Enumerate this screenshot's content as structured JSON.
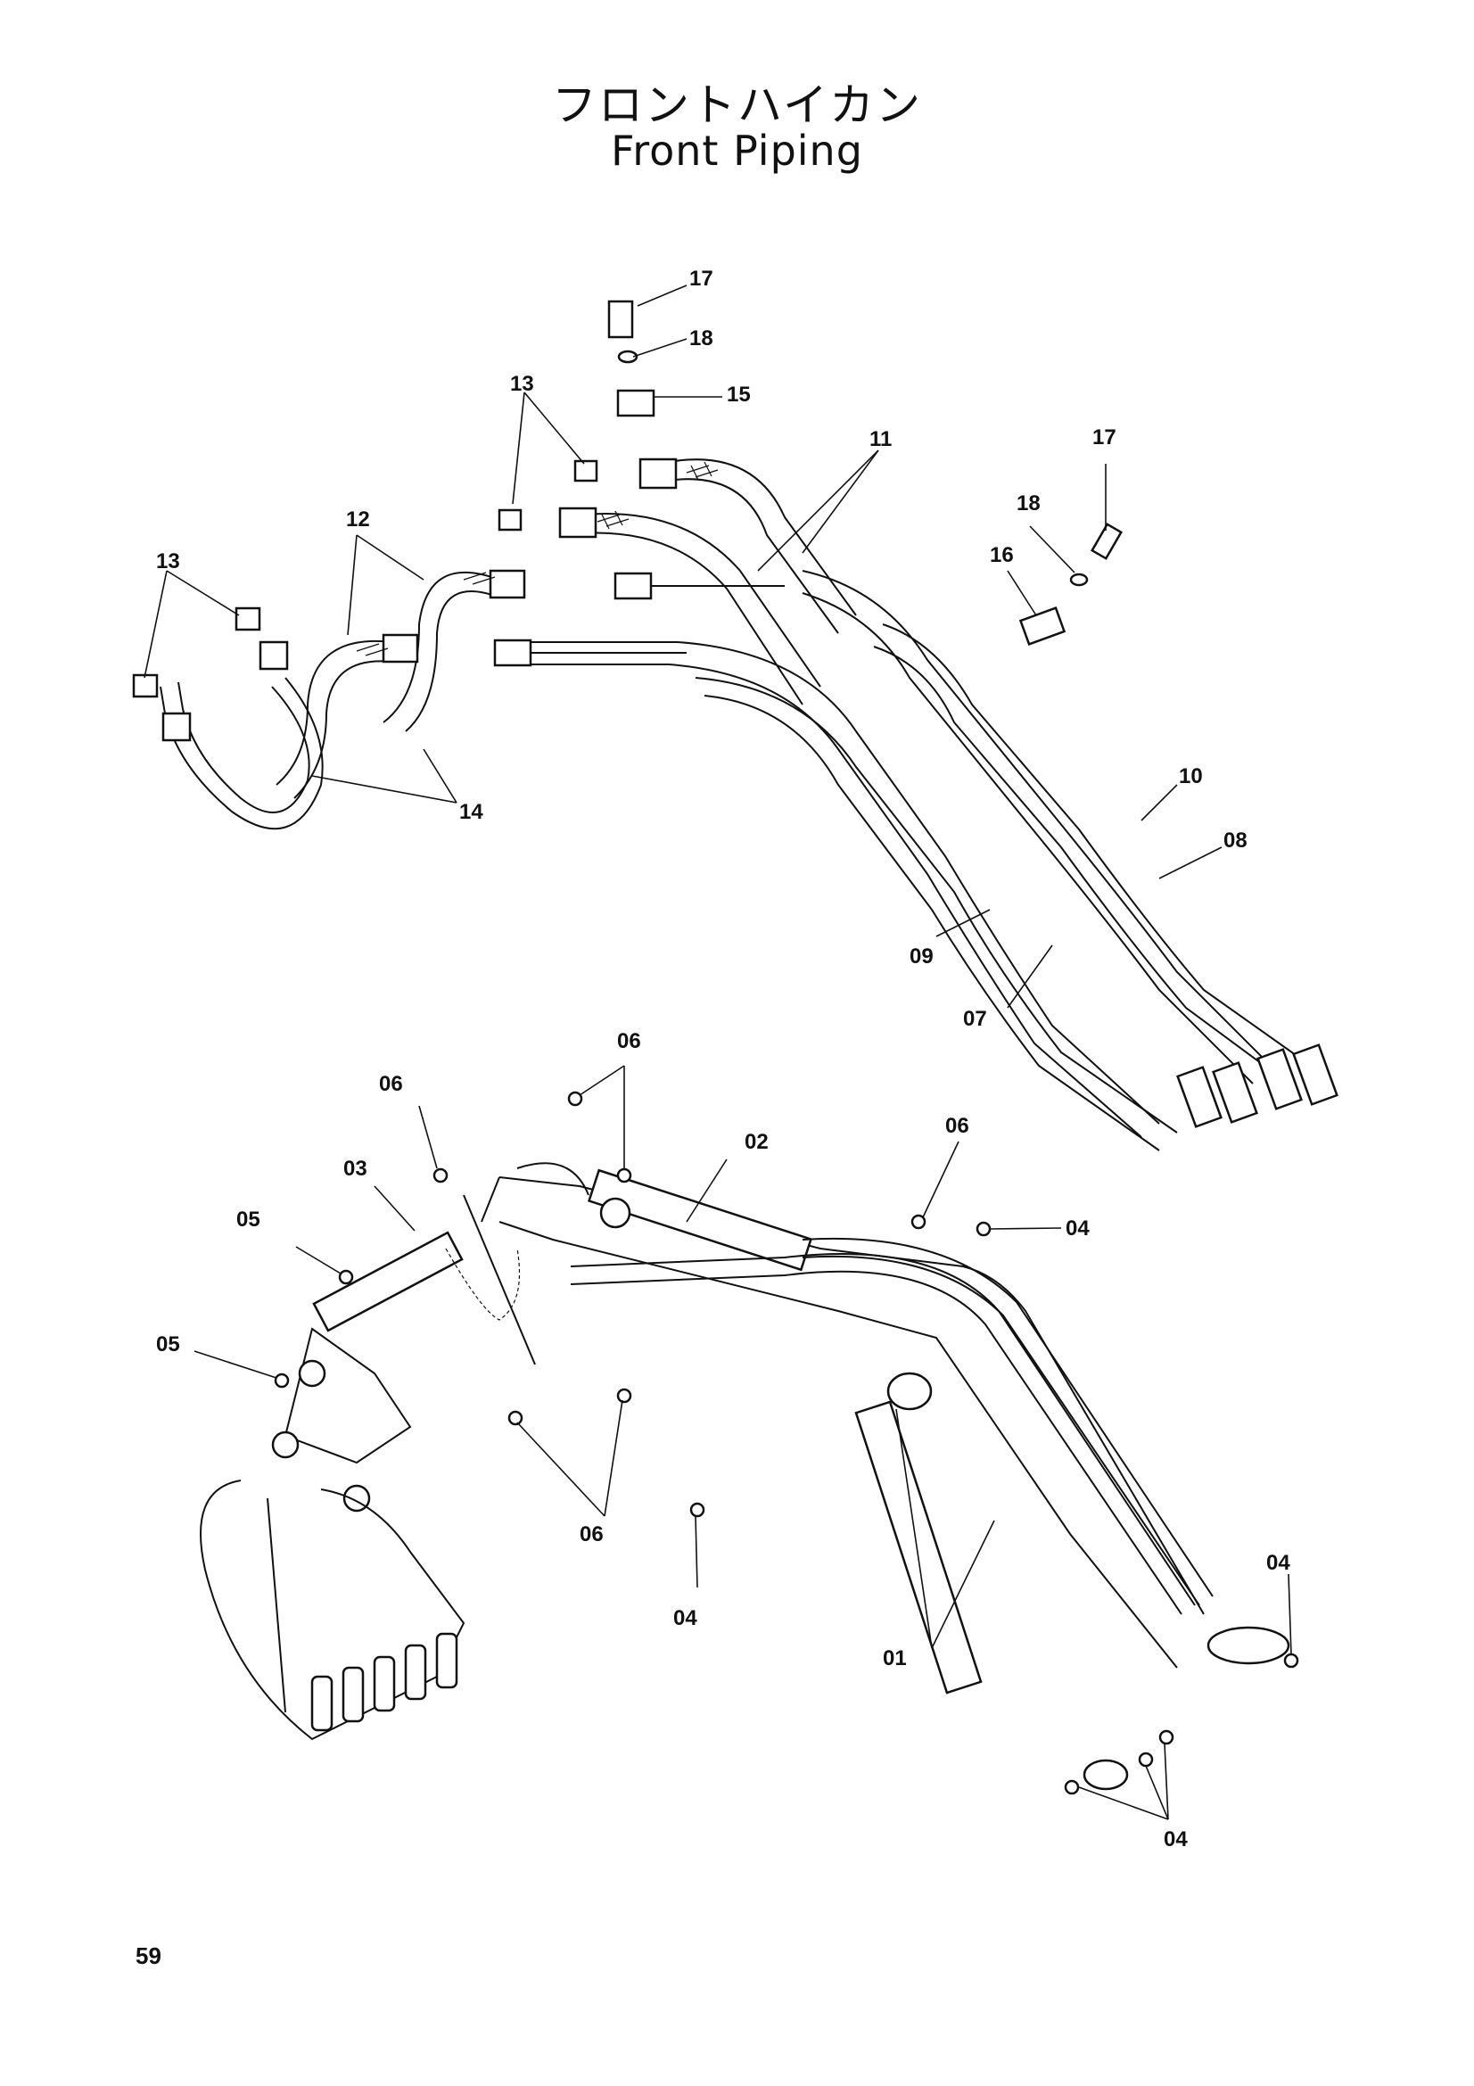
{
  "title": {
    "jp": "フロントハイカン",
    "en": "Front Piping"
  },
  "page_number": "59",
  "callouts": {
    "c17a": "17",
    "c18a": "18",
    "c15": "15",
    "c13a": "13",
    "c11": "11",
    "c17b": "17",
    "c18b": "18",
    "c16": "16",
    "c12": "12",
    "c13b": "13",
    "c14": "14",
    "c10": "10",
    "c08": "08",
    "c09": "09",
    "c07": "07",
    "c06a": "06",
    "c06b": "06",
    "c03": "03",
    "c02": "02",
    "c06c": "06",
    "c05a": "05",
    "c04a": "04",
    "c05b": "05",
    "c06d": "06",
    "c04b": "04",
    "c01": "01",
    "c04c": "04",
    "c04d": "04"
  }
}
